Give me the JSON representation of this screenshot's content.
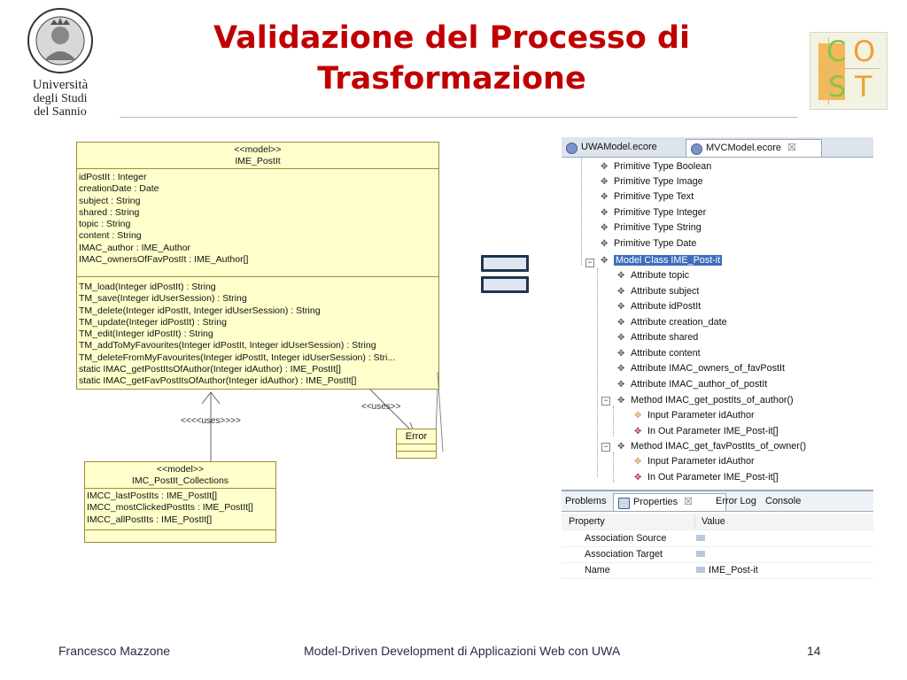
{
  "slide": {
    "title_line1": "Validazione del Processo di",
    "title_line2": "Trasformazione",
    "footer": {
      "author": "Francesco Mazzone",
      "course": "Model-Driven Development di Applicazioni Web con UWA",
      "page": "14"
    }
  },
  "logos": {
    "unisannio": {
      "line1": "Università",
      "line2": "degli Studi",
      "line3": "del Sannio"
    },
    "cost": {
      "letters": [
        "C",
        "O",
        "S",
        "T"
      ]
    }
  },
  "uml": {
    "postit": {
      "stereotype": "<<model>>",
      "name": "IME_PostIt",
      "attributes": [
        "idPostIt : Integer",
        "creationDate : Date",
        "subject : String",
        "shared : String",
        "topic : String",
        "content : String",
        "IMAC_author : IME_Author",
        "IMAC_ownersOfFavPostIt : IME_Author[]"
      ],
      "operations": [
        "TM_load(Integer idPostIt) : String",
        "TM_save(Integer idUserSession) : String",
        "TM_delete(Integer idPostIt, Integer idUserSession) : String",
        "TM_update(Integer idPostIt) : String",
        "TM_edit(Integer idPostIt) : String",
        "TM_addToMyFavourites(Integer idPostIt, Integer idUserSession) : String",
        "TM_deleteFromMyFavourites(Integer idPostIt, Integer idUserSession) : Stri...",
        "static IMAC_getPostItsOfAuthor(Integer idAuthor) : IME_PostIt[]",
        "static IMAC_getFavPostItsOfAuthor(Integer idAuthor) : IME_PostIt[]"
      ]
    },
    "uses_label_1": "<<<<uses>>>>",
    "uses_label_2": "<<uses>>",
    "error": {
      "name": "Error"
    },
    "collections": {
      "stereotype": "<<model>>",
      "name": "IMC_PostIt_Collections",
      "attributes": [
        "IMCC_lastPostIts : IME_PostIt[]",
        "IMCC_mostClickedPostIts : IME_PostIt[]",
        "IMCC_allPostIts : IME_PostIt[]"
      ]
    }
  },
  "eclipse": {
    "editor_tabs": [
      {
        "label": "UWAModel.ecore",
        "active": false
      },
      {
        "label": "MVCModel.ecore",
        "active": true,
        "close": "☒"
      }
    ],
    "tree": [
      {
        "label": "Primitive Type Boolean",
        "level": 0,
        "icon": "diamond"
      },
      {
        "label": "Primitive Type Image",
        "level": 0,
        "icon": "diamond"
      },
      {
        "label": "Primitive Type Text",
        "level": 0,
        "icon": "diamond"
      },
      {
        "label": "Primitive Type Integer",
        "level": 0,
        "icon": "diamond"
      },
      {
        "label": "Primitive Type String",
        "level": 0,
        "icon": "diamond"
      },
      {
        "label": "Primitive Type Date",
        "level": 0,
        "icon": "diamond"
      },
      {
        "label": "Model Class IME_Post-it",
        "level": 0,
        "icon": "diamond",
        "expanded": true,
        "selected": true
      },
      {
        "label": "Attribute topic",
        "level": 1,
        "icon": "diamond"
      },
      {
        "label": "Attribute subject",
        "level": 1,
        "icon": "diamond"
      },
      {
        "label": "Attribute idPostIt",
        "level": 1,
        "icon": "diamond"
      },
      {
        "label": "Attribute creation_date",
        "level": 1,
        "icon": "diamond"
      },
      {
        "label": "Attribute shared",
        "level": 1,
        "icon": "diamond"
      },
      {
        "label": "Attribute content",
        "level": 1,
        "icon": "diamond"
      },
      {
        "label": "Attribute IMAC_owners_of_favPostIt",
        "level": 1,
        "icon": "diamond"
      },
      {
        "label": "Attribute IMAC_author_of_postIt",
        "level": 1,
        "icon": "diamond"
      },
      {
        "label": "Method IMAC_get_postIts_of_author()",
        "level": 1,
        "icon": "diamond",
        "expanded": true
      },
      {
        "label": "Input Parameter idAuthor",
        "level": 2,
        "icon": "diamond-orange"
      },
      {
        "label": "In Out Parameter IME_Post-it[]",
        "level": 2,
        "icon": "diamond-red"
      },
      {
        "label": "Method IMAC_get_favPostIts_of_owner()",
        "level": 1,
        "icon": "diamond",
        "expanded": true
      },
      {
        "label": "Input Parameter idAuthor",
        "level": 2,
        "icon": "diamond-orange"
      },
      {
        "label": "In Out Parameter IME_Post-it[]",
        "level": 2,
        "icon": "diamond-red"
      }
    ],
    "view_tabs": [
      {
        "label": "Problems",
        "active": false
      },
      {
        "label": "Properties",
        "active": true,
        "close": "☒"
      },
      {
        "label": "Error Log",
        "active": false
      },
      {
        "label": "Console",
        "active": false
      }
    ],
    "properties": {
      "headers": [
        "Property",
        "Value"
      ],
      "rows": [
        {
          "property": "Association Source",
          "value": ""
        },
        {
          "property": "Association Target",
          "value": ""
        },
        {
          "property": "Name",
          "value": "IME_Post-it"
        }
      ]
    }
  }
}
